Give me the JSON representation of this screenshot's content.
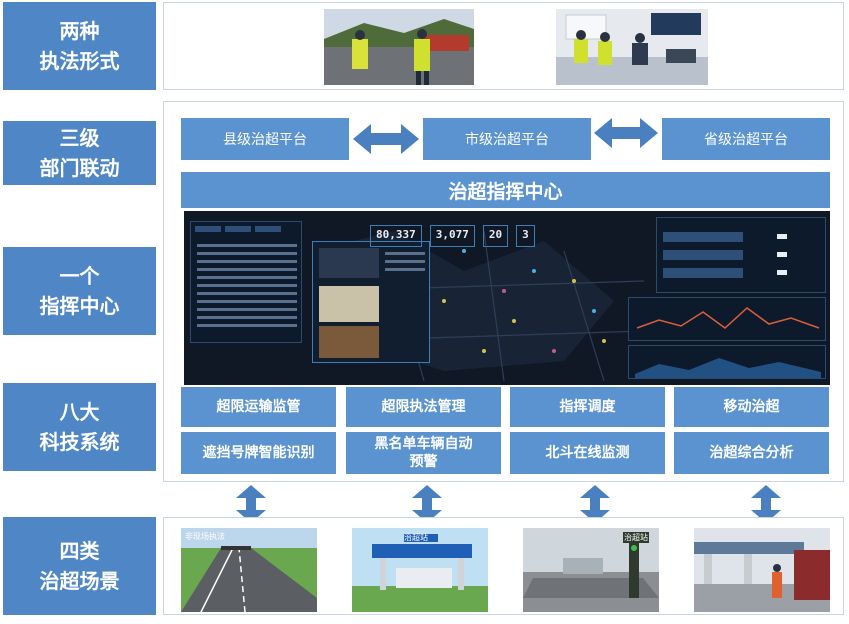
{
  "left_labels": [
    "两种\n执法形式",
    "三级\n部门联动",
    "一个\n指挥中心",
    "八大\n科技系统",
    "四类\n治超场景"
  ],
  "levels": [
    "县级治超平台",
    "市级治超平台",
    "省级治超平台"
  ],
  "center_title": "治超指挥中心",
  "dashboard_stats": [
    "80,337",
    "3,077",
    "20",
    "3"
  ],
  "systems": [
    "超限运输监管",
    "超限执法管理",
    "指挥调度",
    "移动治超",
    "遮挡号牌智能识别",
    "黑名单车辆自动\n预警",
    "北斗在线监测",
    "治超综合分析"
  ],
  "scene_signs": [
    "非现场执法",
    "治超站",
    "治超站"
  ],
  "colors": {
    "primary": "#4f86c6",
    "box": "#5b93d1",
    "arrow": "#4a7fc0",
    "dashboard_bg": "#0f1623"
  }
}
